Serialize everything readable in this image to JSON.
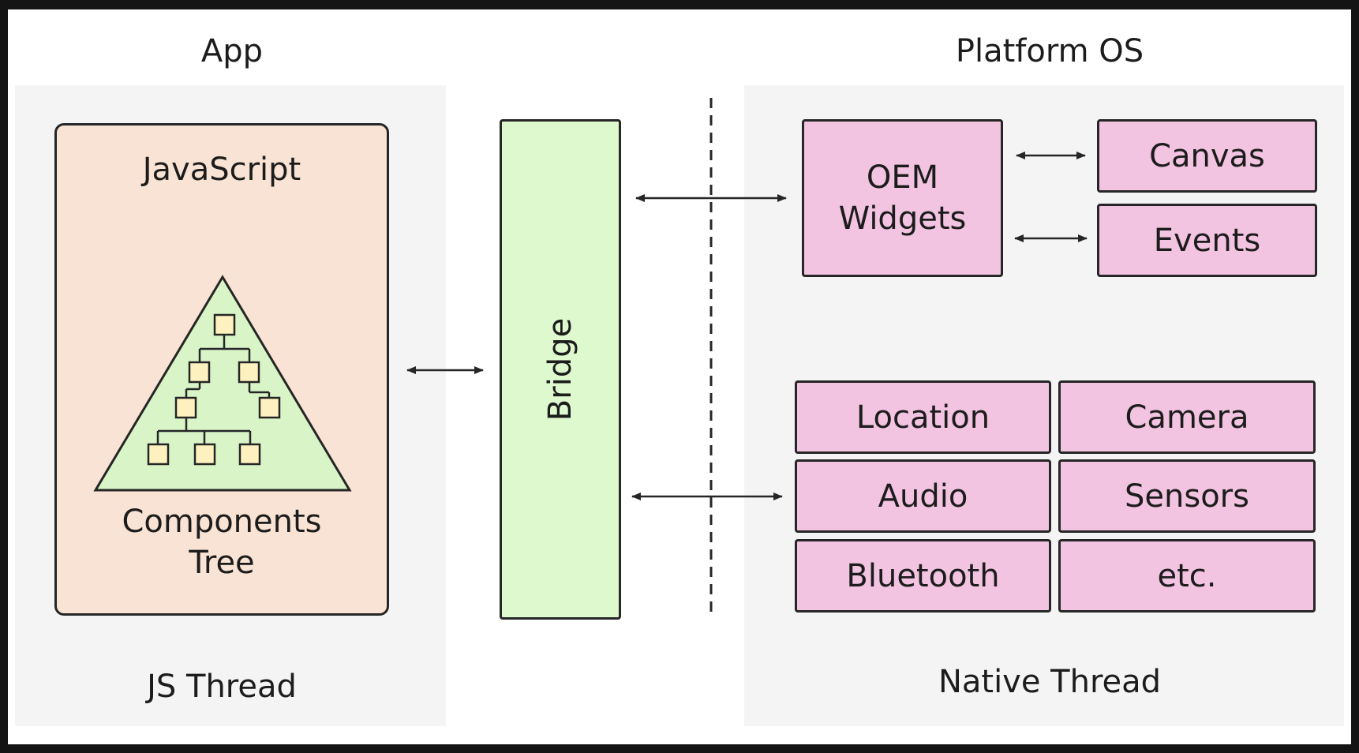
{
  "app": {
    "heading": "App",
    "js_box_title": "JavaScript",
    "tree_label": "Components\nTree",
    "thread_label": "JS Thread"
  },
  "bridge": {
    "label": "Bridge"
  },
  "platform": {
    "heading": "Platform OS",
    "oem_widgets": "OEM\nWidgets",
    "canvas": "Canvas",
    "events": "Events",
    "location": "Location",
    "camera": "Camera",
    "audio": "Audio",
    "sensors": "Sensors",
    "bluetooth": "Bluetooth",
    "etc": "etc.",
    "thread_label": "Native Thread"
  },
  "colors": {
    "panel_bg": "#f4f4f4",
    "js_box_fill": "#f9e3d4",
    "bridge_fill": "#dff9cf",
    "tree_fill": "#d9f5c8",
    "node_fill": "#fdf2bf",
    "native_box_fill": "#f3c4e1",
    "stroke": "#262626"
  }
}
